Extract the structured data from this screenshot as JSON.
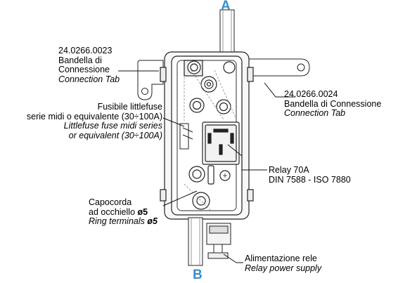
{
  "connectors": {
    "top": "A",
    "bottom": "B"
  },
  "callouts": {
    "tab_left": {
      "code": "24.0266.0023",
      "it_line1": "Bandella di",
      "it_line2": "Connessione",
      "en": "Connection Tab"
    },
    "tab_right": {
      "code": "24.0266.0024",
      "it": "Bandella di Connessione",
      "en": "Connection Tab"
    },
    "fuse": {
      "it_line1": "Fusibile littlefuse",
      "it_line2": "serie midi o equivalente (30÷100A)",
      "en_line1": "Littlefuse fuse midi series",
      "en_line2": "or equivalent (30÷100A)"
    },
    "relay": {
      "line1": "Relay 70A",
      "line2": "DIN 7588 - ISO 7880"
    },
    "ring": {
      "it_line1": "Capocorda",
      "it_line2_prefix": "ad occhiello ",
      "it_line2_bold": "ø5",
      "en_prefix": "Ring terminals ",
      "en_bold": "ø5"
    },
    "supply": {
      "it": "Alimentazione rele",
      "en": "Relay power supply"
    }
  },
  "colors": {
    "connector_label": "#3a8fc4",
    "line": "#111111",
    "shadow": "#cccccc"
  }
}
